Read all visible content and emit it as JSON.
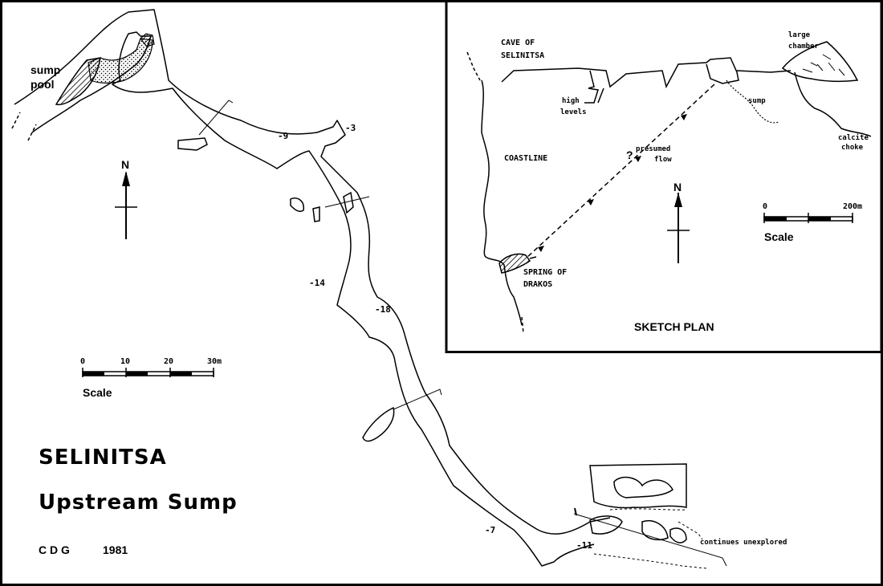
{
  "main_map": {
    "title": "SELINITSA",
    "subtitle": "Upstream Sump",
    "credit_org": "C D G",
    "credit_year": "1981",
    "sump_label_1": "sump",
    "sump_label_2": "pool",
    "north": "N",
    "scale_word": "Scale",
    "scale_ticks": [
      "0",
      "10",
      "20",
      "30m"
    ],
    "depths": {
      "d9": "-9",
      "d3": "-3",
      "d14": "-14",
      "d18": "-18",
      "d7": "-7",
      "d11": "-11"
    },
    "continues": "continues unexplored"
  },
  "sketch_plan": {
    "title": "SKETCH PLAN",
    "cave_line1": "CAVE OF",
    "cave_line2": "SELINITSA",
    "coastline": "COASTLINE",
    "spring_line1": "SPRING OF",
    "spring_line2": "DRAKOS",
    "high_line1": "high",
    "high_line2": "levels",
    "sump": "sump",
    "chamber_line1": "large",
    "chamber_line2": "chamber",
    "calcite_line1": "calcite",
    "calcite_line2": "choke",
    "presumed_line1": "presumed",
    "presumed_line2": "flow",
    "question": "?",
    "north": "N",
    "scale_word": "Scale",
    "scale_ticks": [
      "0",
      "200m"
    ]
  },
  "colors": {
    "ink": "#000000",
    "paper": "#ffffff"
  }
}
